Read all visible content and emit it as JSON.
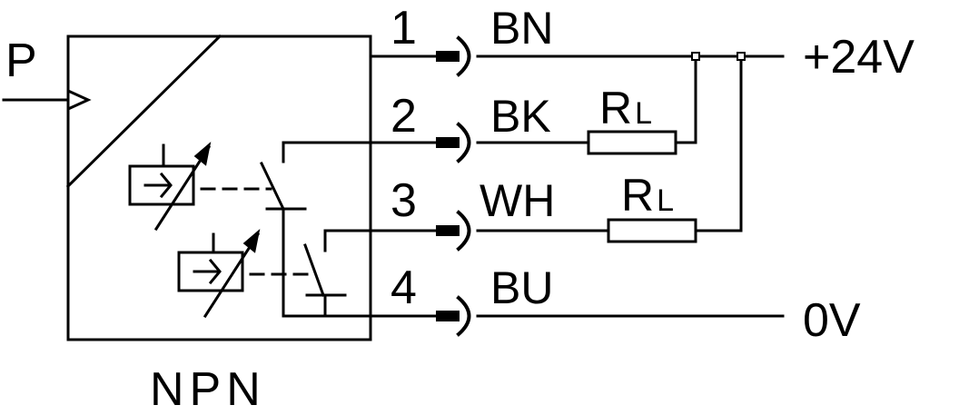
{
  "diagram": {
    "title": "NPN",
    "input_label": "P",
    "colors": {
      "line": "#000000",
      "background": "#ffffff"
    },
    "pins": [
      {
        "number": "1",
        "wire": "BN"
      },
      {
        "number": "2",
        "wire": "BK"
      },
      {
        "number": "3",
        "wire": "WH"
      },
      {
        "number": "4",
        "wire": "BU"
      }
    ],
    "load_resistors": [
      {
        "label": "R",
        "subscript": "L"
      },
      {
        "label": "R",
        "subscript": "L"
      }
    ],
    "supply": {
      "positive": "+24V",
      "ground": "0V"
    }
  }
}
